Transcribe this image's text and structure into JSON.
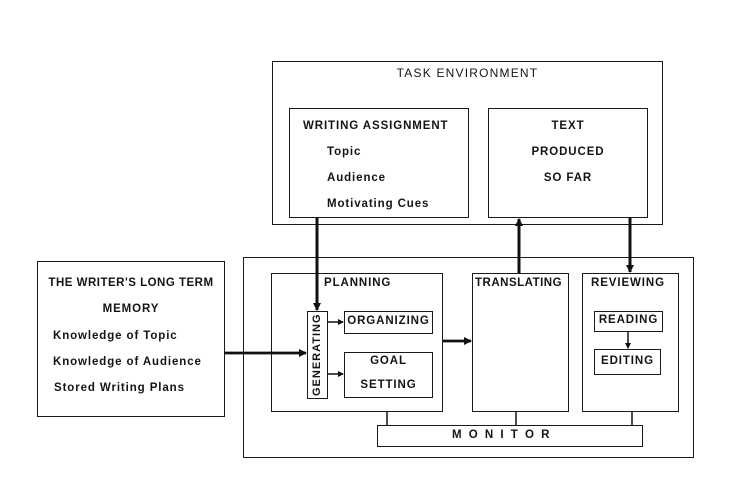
{
  "task_environment": {
    "title": "TASK ENVIRONMENT",
    "writing_assignment": {
      "title": "WRITING ASSIGNMENT",
      "items": [
        "Topic",
        "Audience",
        "Motivating Cues"
      ]
    },
    "text_produced": {
      "lines": [
        "TEXT",
        "PRODUCED",
        "SO FAR"
      ]
    }
  },
  "long_term_memory": {
    "title_line1": "THE WRITER'S LONG TERM",
    "title_line2": "MEMORY",
    "items": [
      "Knowledge of Topic",
      "Knowledge of Audience",
      "Stored Writing Plans"
    ]
  },
  "writer": {
    "planning": {
      "title": "PLANNING",
      "generating": "GENERATING",
      "organizing": "ORGANIZING",
      "goal_setting_line1": "GOAL",
      "goal_setting_line2": "SETTING"
    },
    "translating": {
      "title": "TRANSLATING"
    },
    "reviewing": {
      "title": "REVIEWING",
      "reading": "READING",
      "editing": "EDITING"
    },
    "monitor": {
      "title": "M O N I T O R"
    }
  }
}
